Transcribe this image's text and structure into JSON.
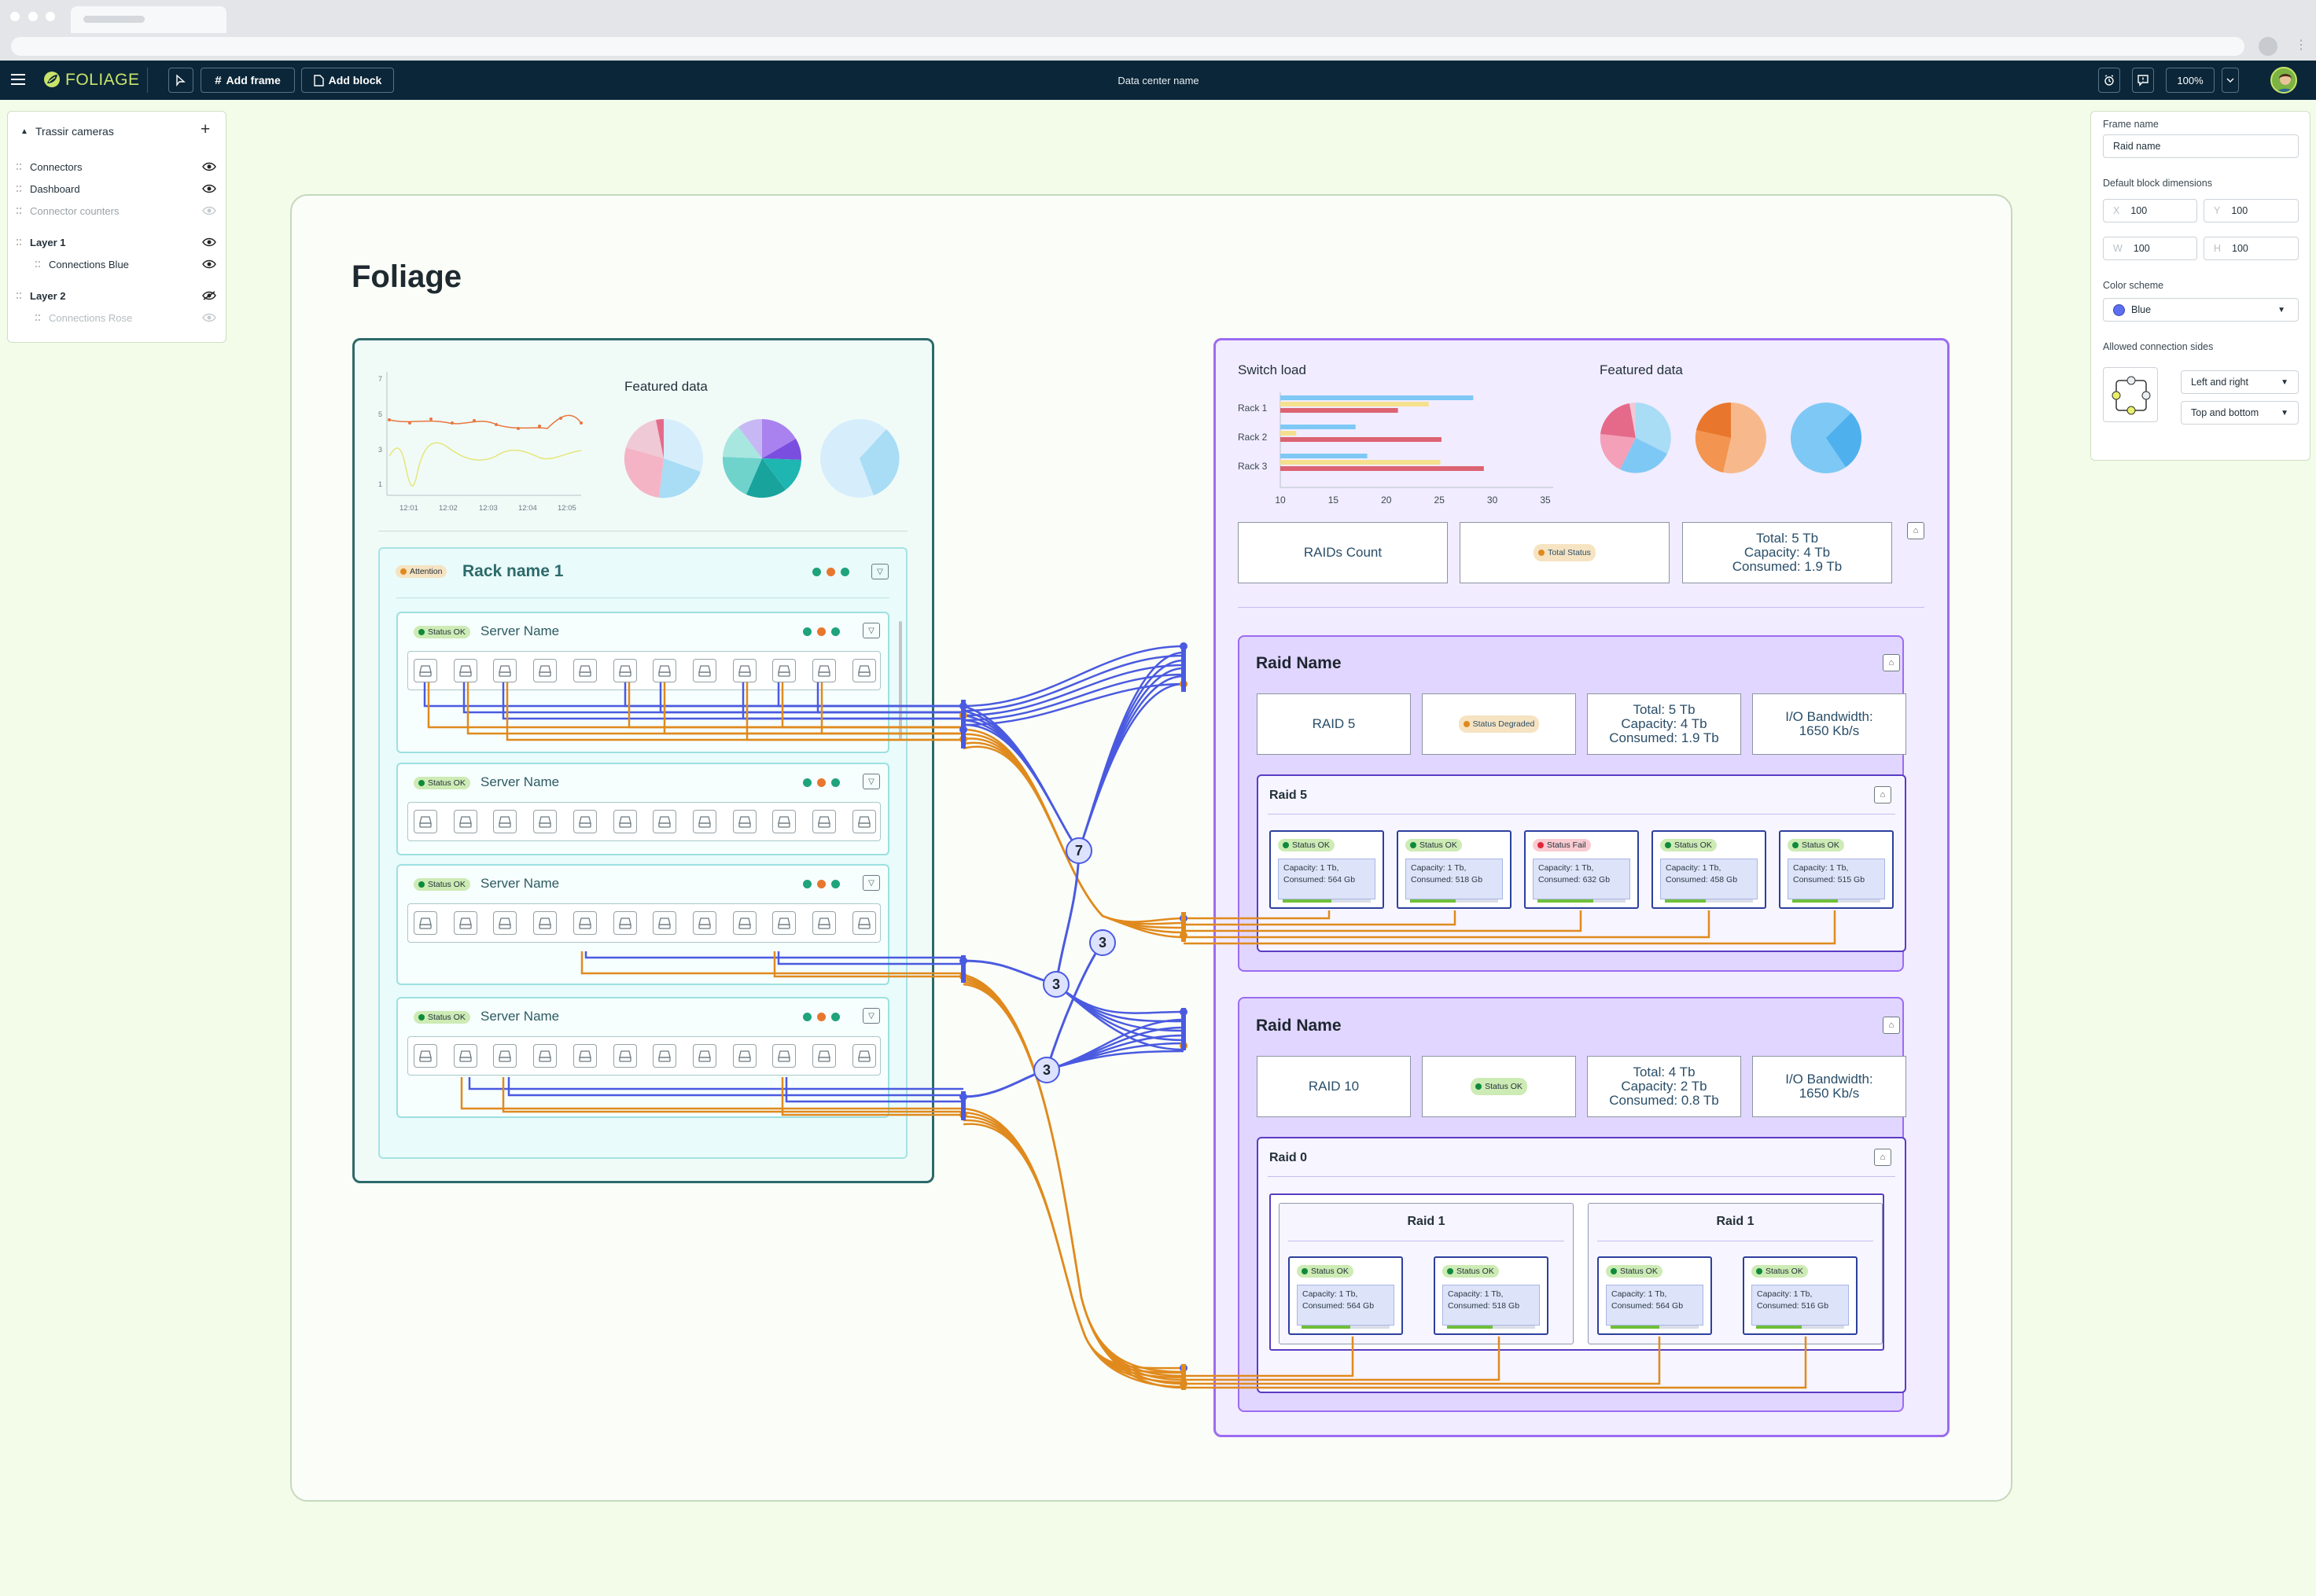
{
  "app": {
    "name": "FOLIAGE",
    "center_title": "Data center name"
  },
  "toolbar": {
    "add_frame": "Add frame",
    "add_block": "Add block",
    "zoom": "100%"
  },
  "layers_panel": {
    "title": "Trassir cameras",
    "items": [
      {
        "label": "Connectors",
        "bold": false,
        "visible": true
      },
      {
        "label": "Dashboard",
        "bold": false,
        "visible": true
      },
      {
        "label": "Connector counters",
        "bold": false,
        "visible": false
      },
      {
        "label": "Layer 1",
        "bold": true,
        "visible": true
      },
      {
        "label": "Connections Blue",
        "bold": false,
        "visible": true
      },
      {
        "label": "Layer 2",
        "bold": true,
        "visible": false
      },
      {
        "label": "Connections Rose",
        "bold": false,
        "visible": false
      }
    ]
  },
  "properties": {
    "frame_name_label": "Frame name",
    "frame_name_value": "Raid name",
    "dimensions_label": "Default block dimensions",
    "x": {
      "prefix": "X",
      "value": "100"
    },
    "y": {
      "prefix": "Y",
      "value": "100"
    },
    "w": {
      "prefix": "W",
      "value": "100"
    },
    "h": {
      "prefix": "H",
      "value": "100"
    },
    "color_label": "Color scheme",
    "color_value": "Blue",
    "color_hex": "#5b6ff0",
    "sides_label": "Allowed connection sides",
    "side_opt1": "Left and right",
    "side_opt2": "Top and bottom"
  },
  "canvas": {
    "frame_title": "Foliage"
  },
  "rack_block": {
    "line_chart": {
      "y_ticks": [
        "7",
        "5",
        "3",
        "1"
      ],
      "x_ticks": [
        "12:01",
        "12:02",
        "12:03",
        "12:04",
        "12:05"
      ]
    },
    "featured_title": "Featured data",
    "rack_badge": "Attention",
    "rack_name": "Rack name 1",
    "servers": [
      {
        "badge": "Status OK",
        "name": "Server Name"
      },
      {
        "badge": "Status OK",
        "name": "Server Name"
      },
      {
        "badge": "Status OK",
        "name": "Server Name"
      },
      {
        "badge": "Status OK",
        "name": "Server Name"
      }
    ]
  },
  "storage_block": {
    "switch_title": "Switch load",
    "featured_title": "Featured data",
    "chart_data": {
      "type": "bar",
      "categories": [
        "Rack 1",
        "Rack 2",
        "Rack 3"
      ],
      "x_ticks": [
        "10",
        "15",
        "20",
        "25",
        "30",
        "35"
      ],
      "xlim": [
        10,
        35
      ],
      "series": [
        {
          "color": "#7ec8f5",
          "values": [
            28.2,
            17.1,
            18.2
          ]
        },
        {
          "color": "#f5e08e",
          "values": [
            24.0,
            11.5,
            25.1
          ]
        },
        {
          "color": "#dc6372",
          "values": [
            21.1,
            25.2,
            29.2
          ]
        }
      ]
    },
    "summary": {
      "raids_count": "RAIDs Count",
      "total_status": "Total Status",
      "total": "Total: 5 Tb",
      "capacity": "Capacity: 4 Tb",
      "consumed": "Consumed: 1.9 Tb"
    },
    "raid_groups": [
      {
        "title": "Raid Name",
        "level": "RAID 5",
        "status": "Status Degraded",
        "total": "Total: 5 Tb",
        "capacity": "Capacity: 4 Tb",
        "consumed": "Consumed: 1.9 Tb",
        "bw1": "I/O Bandwidth:",
        "bw2": "1650 Kb/s",
        "sub_title": "Raid 5",
        "disks": [
          {
            "badge": "Status OK",
            "cap": "Capacity: 1 Tb,",
            "cons": "Consumed: 564 Gb",
            "fill": 0.55
          },
          {
            "badge": "Status OK",
            "cap": "Capacity: 1 Tb,",
            "cons": "Consumed: 518 Gb",
            "fill": 0.52
          },
          {
            "badge": "Status Fail",
            "cap": "Capacity: 1 Tb,",
            "cons": "Consumed: 632 Gb",
            "fill": 0.63
          },
          {
            "badge": "Status OK",
            "cap": "Capacity: 1 Tb,",
            "cons": "Consumed: 458 Gb",
            "fill": 0.46
          },
          {
            "badge": "Status OK",
            "cap": "Capacity: 1 Tb,",
            "cons": "Consumed: 515 Gb",
            "fill": 0.52
          }
        ]
      },
      {
        "title": "Raid Name",
        "level": "RAID 10",
        "status": "Status OK",
        "total": "Total: 4 Tb",
        "capacity": "Capacity: 2 Tb",
        "consumed": "Consumed: 0.8 Tb",
        "bw1": "I/O Bandwidth:",
        "bw2": "1650 Kb/s",
        "sub_title": "Raid 0",
        "mirrors": [
          {
            "title": "Raid 1",
            "disks": [
              {
                "badge": "Status OK",
                "cap": "Capacity: 1 Tb,",
                "cons": "Consumed: 564 Gb",
                "fill": 0.55
              },
              {
                "badge": "Status OK",
                "cap": "Capacity: 1 Tb,",
                "cons": "Consumed: 518 Gb",
                "fill": 0.52
              }
            ]
          },
          {
            "title": "Raid 1",
            "disks": [
              {
                "badge": "Status OK",
                "cap": "Capacity: 1 Tb,",
                "cons": "Consumed: 564 Gb",
                "fill": 0.55
              },
              {
                "badge": "Status OK",
                "cap": "Capacity: 1 Tb,",
                "cons": "Consumed: 516 Gb",
                "fill": 0.52
              }
            ]
          }
        ]
      }
    ]
  },
  "hubs": [
    "7",
    "3",
    "3",
    "3"
  ],
  "colors": {
    "blue_link": "#4a5ae0",
    "orange_link": "#e08a1e",
    "rack_border": "#2d6a6a",
    "storage_border": "#9c6cf0"
  }
}
